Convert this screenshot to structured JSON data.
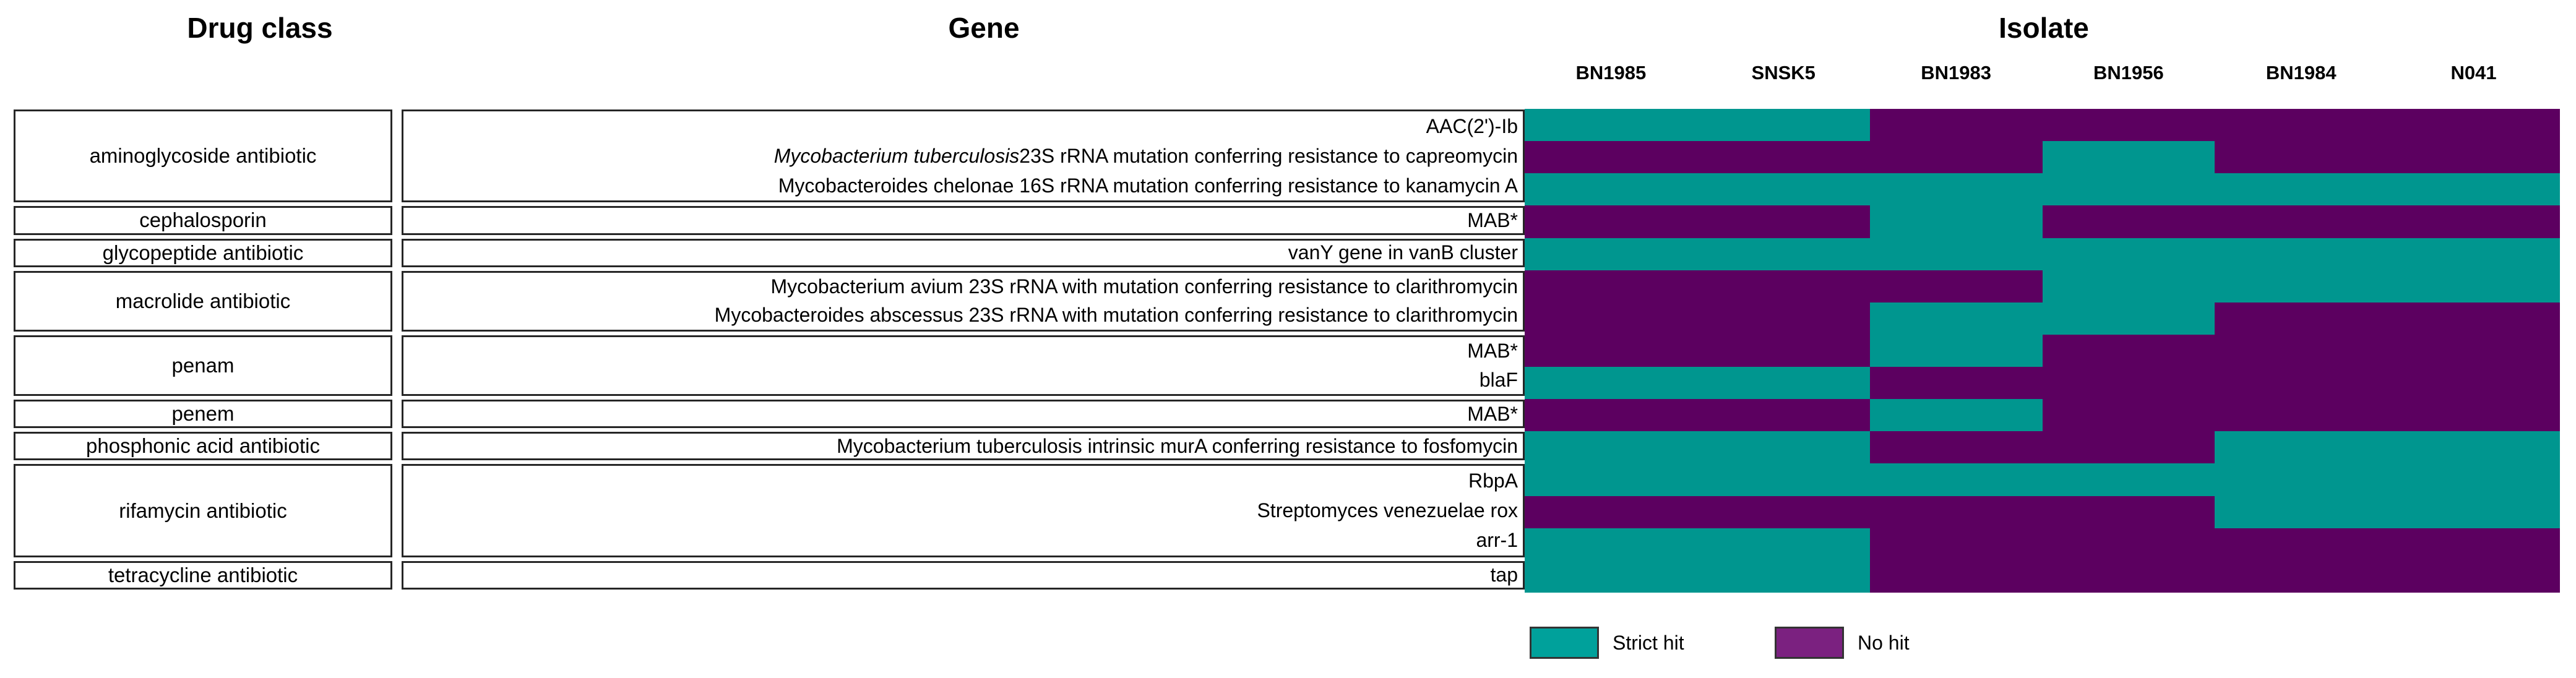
{
  "titles": {
    "drug_class": "Drug class",
    "gene": "Gene",
    "isolate": "Isolate"
  },
  "colors": {
    "strict_hit": "#00968F",
    "no_hit": "#5C0060"
  },
  "legend": {
    "items": [
      {
        "label": "Strict hit",
        "color": "#00A19B"
      },
      {
        "label": "No hit",
        "color": "#7B2180"
      }
    ]
  },
  "chart_data": {
    "type": "heatmap",
    "columns": [
      "BN1985",
      "SNSK5",
      "BN1983",
      "BN1956",
      "BN1984",
      "N041"
    ],
    "value_legend": {
      "1": "Strict hit",
      "0": "No hit"
    },
    "groups": [
      {
        "drug_class": "aminoglycoside antibiotic",
        "genes": [
          {
            "italic": "",
            "text": "AAC(2')-Ib",
            "values": [
              1,
              1,
              0,
              0,
              0,
              0
            ]
          },
          {
            "italic": "Mycobacterium tuberculosis",
            "text": " 23S rRNA mutation conferring resistance to capreomycin",
            "values": [
              0,
              0,
              0,
              1,
              0,
              0
            ]
          },
          {
            "italic": "",
            "text": "Mycobacteroides chelonae 16S rRNA mutation conferring resistance to kanamycin A",
            "values": [
              1,
              1,
              1,
              1,
              1,
              1
            ]
          }
        ]
      },
      {
        "drug_class": "cephalosporin",
        "genes": [
          {
            "italic": "",
            "text": "MAB*",
            "values": [
              0,
              0,
              1,
              0,
              0,
              0
            ]
          }
        ]
      },
      {
        "drug_class": "glycopeptide antibiotic",
        "genes": [
          {
            "italic": "",
            "text": "vanY gene in vanB cluster",
            "values": [
              1,
              1,
              1,
              1,
              1,
              1
            ]
          }
        ]
      },
      {
        "drug_class": "macrolide antibiotic",
        "genes": [
          {
            "italic": "",
            "text": "Mycobacterium avium 23S rRNA with mutation conferring resistance to clarithromycin",
            "values": [
              0,
              0,
              0,
              1,
              1,
              1
            ]
          },
          {
            "italic": "",
            "text": "Mycobacteroides abscessus 23S rRNA with mutation conferring resistance to clarithromycin",
            "values": [
              0,
              0,
              1,
              1,
              0,
              0
            ]
          }
        ]
      },
      {
        "drug_class": "penam",
        "genes": [
          {
            "italic": "",
            "text": "MAB*",
            "values": [
              0,
              0,
              1,
              0,
              0,
              0
            ]
          },
          {
            "italic": "",
            "text": "blaF",
            "values": [
              1,
              1,
              0,
              0,
              0,
              0
            ]
          }
        ]
      },
      {
        "drug_class": "penem",
        "genes": [
          {
            "italic": "",
            "text": "MAB*",
            "values": [
              0,
              0,
              1,
              0,
              0,
              0
            ]
          }
        ]
      },
      {
        "drug_class": "phosphonic acid antibiotic",
        "genes": [
          {
            "italic": "",
            "text": "Mycobacterium tuberculosis intrinsic murA conferring resistance to fosfomycin",
            "values": [
              1,
              1,
              0,
              0,
              1,
              1
            ]
          }
        ]
      },
      {
        "drug_class": "rifamycin antibiotic",
        "genes": [
          {
            "italic": "",
            "text": "RbpA",
            "values": [
              1,
              1,
              1,
              1,
              1,
              1
            ]
          },
          {
            "italic": "",
            "text": "Streptomyces venezuelae rox",
            "values": [
              0,
              0,
              0,
              0,
              1,
              1
            ]
          },
          {
            "italic": "",
            "text": "arr-1",
            "values": [
              1,
              1,
              0,
              0,
              0,
              0
            ]
          }
        ]
      },
      {
        "drug_class": "tetracycline antibiotic",
        "genes": [
          {
            "italic": "",
            "text": "tap",
            "values": [
              1,
              1,
              0,
              0,
              0,
              0
            ]
          }
        ]
      }
    ]
  }
}
